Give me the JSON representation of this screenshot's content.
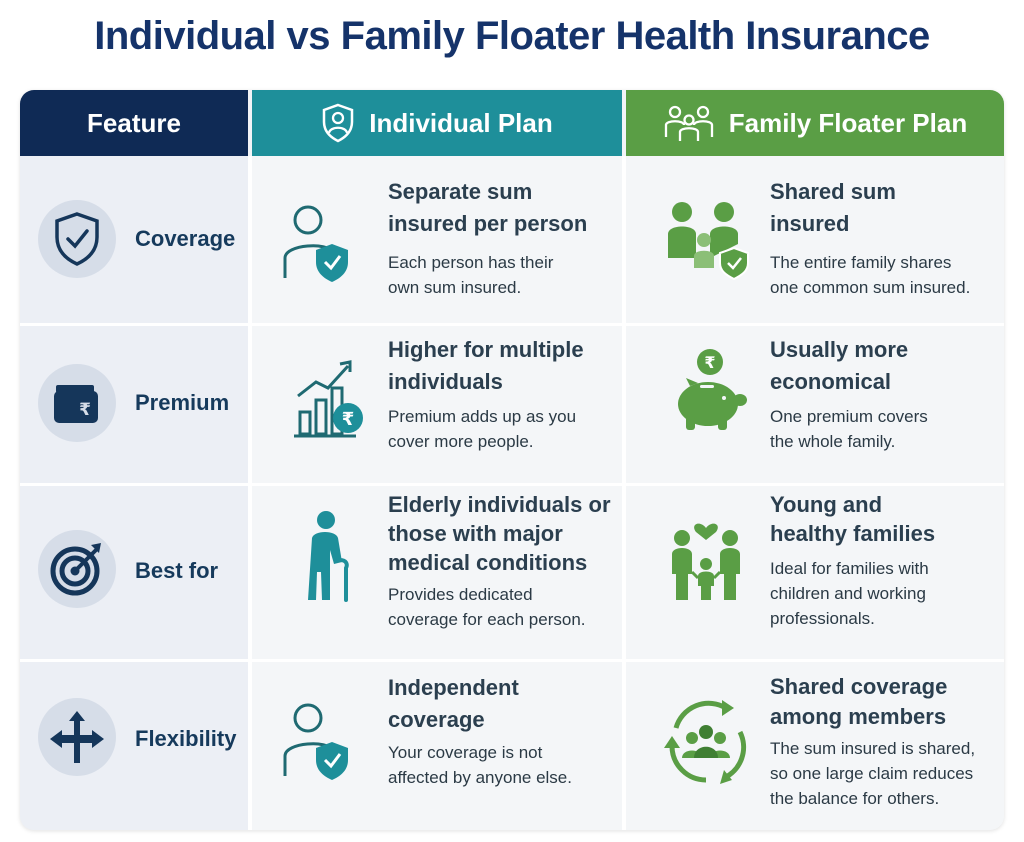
{
  "title": "Individual vs Family Floater Health Insurance",
  "header": {
    "feature": "Feature",
    "individual": "Individual Plan",
    "family": "Family Floater Plan"
  },
  "colors": {
    "title": "#15336a",
    "feature_header": "#0f2a55",
    "individual_accent": "#1e8f9a",
    "family_accent": "#5a9e45"
  },
  "rows": [
    {
      "feature": "Coverage",
      "feature_icon": "shield-check-icon",
      "individual": {
        "icon": "person-shield-icon",
        "heading": [
          "Separate sum",
          "insured per person"
        ],
        "text": [
          "Each person has their",
          "own sum insured."
        ]
      },
      "family": {
        "icon": "family-shield-icon",
        "heading": [
          "Shared sum",
          "insured"
        ],
        "text": [
          "The entire family shares",
          "one common sum insured."
        ]
      }
    },
    {
      "feature": "Premium",
      "feature_icon": "wallet-rupee-icon",
      "individual": {
        "icon": "rising-chart-rupee-icon",
        "heading": [
          "Higher for multiple",
          "individuals"
        ],
        "text": [
          "Premium adds up as you",
          "cover more people."
        ]
      },
      "family": {
        "icon": "piggy-bank-rupee-icon",
        "heading": [
          "Usually more",
          "economical"
        ],
        "text": [
          "One premium covers",
          "the whole family."
        ]
      }
    },
    {
      "feature": "Best for",
      "feature_icon": "target-arrow-icon",
      "individual": {
        "icon": "elderly-person-icon",
        "heading": [
          "Elderly individuals or",
          "those with major",
          "medical conditions"
        ],
        "text": [
          "Provides dedicated",
          "coverage for each person."
        ]
      },
      "family": {
        "icon": "family-heart-icon",
        "heading": [
          "Young and",
          "healthy families"
        ],
        "text": [
          "Ideal for families with",
          "children and working",
          "professionals."
        ]
      }
    },
    {
      "feature": "Flexibility",
      "feature_icon": "directions-arrows-icon",
      "individual": {
        "icon": "person-shield-icon",
        "heading": [
          "Independent",
          "coverage"
        ],
        "text": [
          "Your coverage is not",
          "affected by anyone else."
        ]
      },
      "family": {
        "icon": "group-cycle-icon",
        "heading": [
          "Shared coverage",
          "among members"
        ],
        "text": [
          "The sum insured is shared,",
          "so one large claim reduces",
          "the balance for others."
        ]
      }
    }
  ]
}
